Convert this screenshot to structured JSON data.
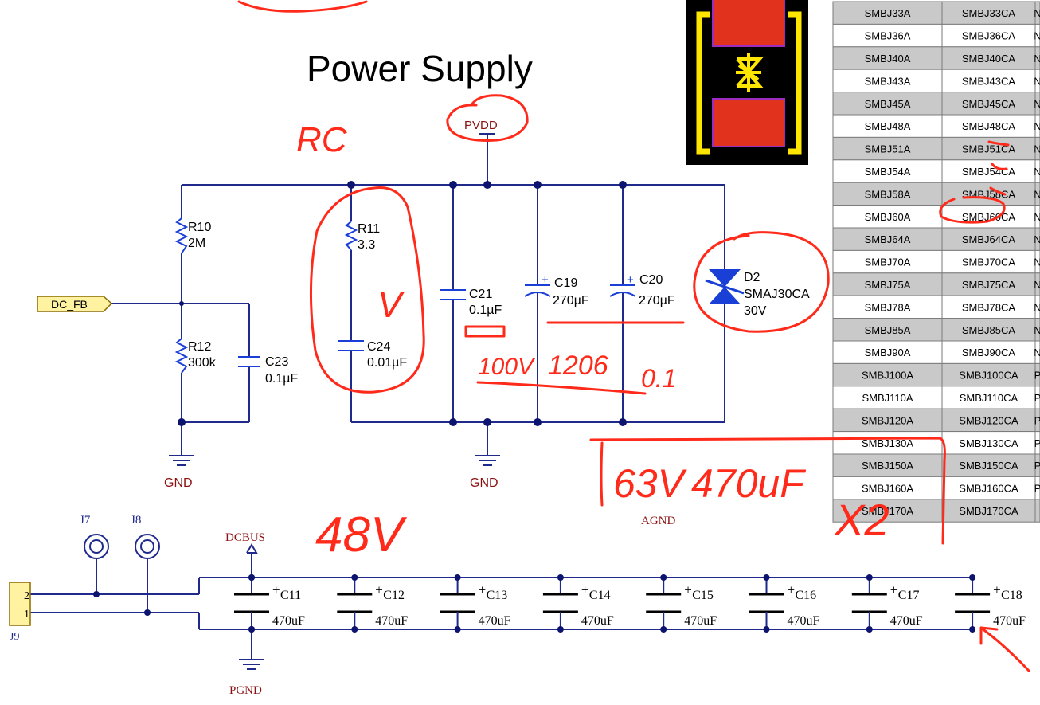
{
  "title": "Power Supply",
  "colors": {
    "wire": "#1f2a8c",
    "junction": "#0c1470",
    "component": "#1a3fd6",
    "dark_red": "#8b1010",
    "annotation": "#ff2a1a",
    "table_grey": "#c9c9c9",
    "table_line": "#7a7a7a",
    "pad_red": "#e0321c",
    "pad_yellow": "#ffe600",
    "netlabel_fill": "#fff2a0"
  },
  "upper": {
    "pvdd": "PVDD",
    "gnd_left": "GND",
    "gnd_right": "GND",
    "dc_fb": "DC_FB",
    "r10": {
      "ref": "R10",
      "value": "2M"
    },
    "r12": {
      "ref": "R12",
      "value": "300k"
    },
    "c23": {
      "ref": "C23",
      "value": "0.1µF"
    },
    "r11": {
      "ref": "R11",
      "value": "3.3"
    },
    "c24": {
      "ref": "C24",
      "value": "0.01µF"
    },
    "c21": {
      "ref": "C21",
      "value": "0.1µF"
    },
    "c19": {
      "ref": "C19",
      "value": "270µF"
    },
    "c20": {
      "ref": "C20",
      "value": "270µF"
    },
    "d2": {
      "ref": "D2",
      "part": "SMAJ30CA",
      "value": "30V"
    },
    "plus": "+"
  },
  "lower": {
    "dcbus": "DCBUS",
    "pgnd": "PGND",
    "agnd": "AGND",
    "j7": "J7",
    "j8": "J8",
    "j9": "J9",
    "pin2": "2",
    "pin1": "1",
    "plus": "+",
    "caps": [
      {
        "ref": "C11",
        "value": "470uF"
      },
      {
        "ref": "C12",
        "value": "470uF"
      },
      {
        "ref": "C13",
        "value": "470uF"
      },
      {
        "ref": "C14",
        "value": "470uF"
      },
      {
        "ref": "C15",
        "value": "470uF"
      },
      {
        "ref": "C16",
        "value": "470uF"
      },
      {
        "ref": "C17",
        "value": "470uF"
      },
      {
        "ref": "C18",
        "value": "470uF"
      }
    ]
  },
  "table": {
    "rows": [
      [
        "SMBJ33A",
        "SMBJ33CA",
        "N"
      ],
      [
        "SMBJ36A",
        "SMBJ36CA",
        "N"
      ],
      [
        "SMBJ40A",
        "SMBJ40CA",
        "N"
      ],
      [
        "SMBJ43A",
        "SMBJ43CA",
        "N"
      ],
      [
        "SMBJ45A",
        "SMBJ45CA",
        "N"
      ],
      [
        "SMBJ48A",
        "SMBJ48CA",
        "N"
      ],
      [
        "SMBJ51A",
        "SMBJ51CA",
        "N"
      ],
      [
        "SMBJ54A",
        "SMBJ54CA",
        "N"
      ],
      [
        "SMBJ58A",
        "SMBJ58CA",
        "N"
      ],
      [
        "SMBJ60A",
        "SMBJ60CA",
        "N"
      ],
      [
        "SMBJ64A",
        "SMBJ64CA",
        "N"
      ],
      [
        "SMBJ70A",
        "SMBJ70CA",
        "N"
      ],
      [
        "SMBJ75A",
        "SMBJ75CA",
        "N"
      ],
      [
        "SMBJ78A",
        "SMBJ78CA",
        "N"
      ],
      [
        "SMBJ85A",
        "SMBJ85CA",
        "N"
      ],
      [
        "SMBJ90A",
        "SMBJ90CA",
        "N"
      ],
      [
        "SMBJ100A",
        "SMBJ100CA",
        "P"
      ],
      [
        "SMBJ110A",
        "SMBJ110CA",
        "P"
      ],
      [
        "SMBJ120A",
        "SMBJ120CA",
        "P"
      ],
      [
        "SMBJ130A",
        "SMBJ130CA",
        "P"
      ],
      [
        "SMBJ150A",
        "SMBJ150CA",
        "P"
      ],
      [
        "SMBJ160A",
        "SMBJ160CA",
        "P"
      ],
      [
        "SMBJ170A",
        "SMBJ170CA",
        ""
      ]
    ]
  },
  "handwriting": {
    "rc": "RC",
    "check": "V",
    "v100": "100V",
    "s1206": "1206",
    "v01": "0.1",
    "v48": "48V",
    "note_63v": "63V",
    "note_470uf": "470uF",
    "note_x2": "X2"
  }
}
